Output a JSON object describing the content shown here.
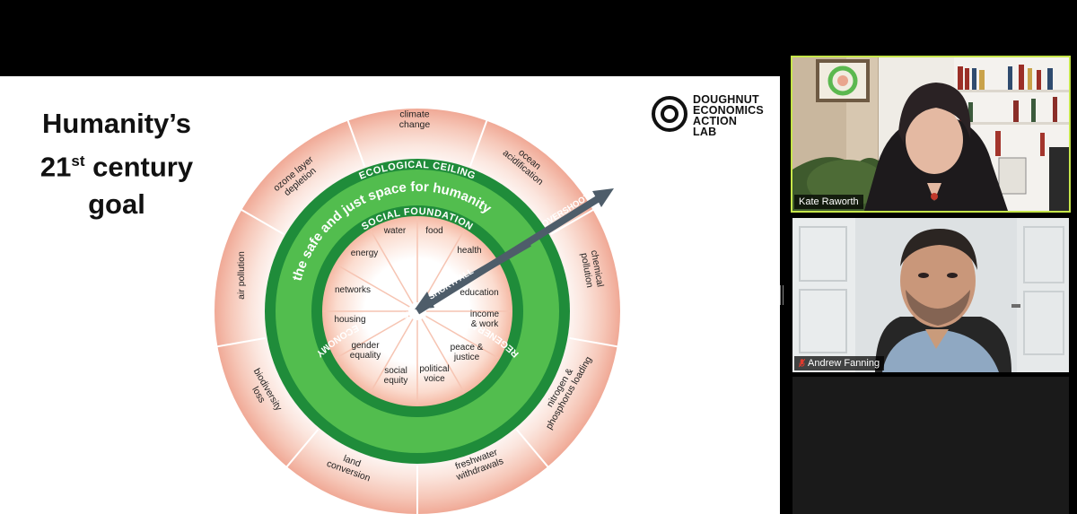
{
  "slide": {
    "title_line1": "Humanity’s",
    "title_line2_num": "21",
    "title_line2_sup": "st",
    "title_line2_rest": " century",
    "title_line3": "goal",
    "logo": {
      "lines": [
        "DOUGHNUT",
        "ECONOMICS",
        "ACTION",
        "LAB"
      ]
    },
    "doughnut": {
      "ceiling_label": "ECOLOGICAL CEILING",
      "safe_space_label": "the safe and just space for humanity",
      "foundation_label": "SOCIAL FOUNDATION",
      "economy_label": "REGENERATIVE AND DISTRIBUTIVE ECONOMY",
      "overshoot_label": "OVERSHOOT",
      "shortfall_label": "SHORTFALL",
      "ecological": {
        "climate": [
          "climate",
          "change"
        ],
        "ocean": [
          "ocean",
          "acidification"
        ],
        "chemical": [
          "chemical",
          "pollution"
        ],
        "nitrogen": [
          "nitrogen &",
          "phosphorus loading"
        ],
        "freshwater": [
          "freshwater",
          "withdrawals"
        ],
        "land": [
          "land",
          "conversion"
        ],
        "biodiversity": [
          "biodiversity",
          "loss"
        ],
        "air": [
          "air pollution"
        ],
        "ozone": [
          "ozone layer",
          "depletion"
        ]
      },
      "social": {
        "water": [
          "water"
        ],
        "food": [
          "food"
        ],
        "health": [
          "health"
        ],
        "education": [
          "education"
        ],
        "income": [
          "income",
          "& work"
        ],
        "peace": [
          "peace &",
          "justice"
        ],
        "political": [
          "political",
          "voice"
        ],
        "social_equity": [
          "social",
          "equity"
        ],
        "gender": [
          "gender",
          "equality"
        ],
        "housing": [
          "housing"
        ],
        "networks": [
          "networks"
        ],
        "energy": [
          "energy"
        ]
      }
    }
  },
  "participants": [
    {
      "name": "Kate Raworth",
      "active_speaker": true,
      "muted": false
    },
    {
      "name": "Andrew Fanning",
      "active_speaker": false,
      "muted": true
    }
  ],
  "colors": {
    "active_border": "#c6e64a",
    "ring_dark": "#1f8c3a",
    "ring_light": "#52bd4e",
    "muted_mic": "#e03b2e"
  }
}
